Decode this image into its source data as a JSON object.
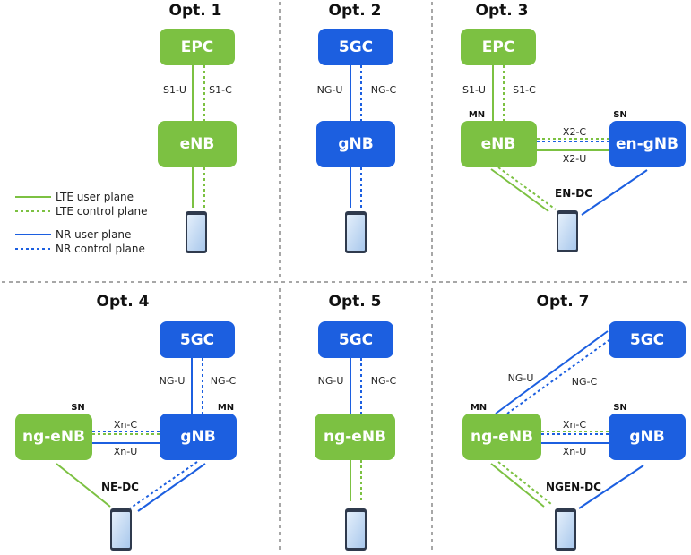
{
  "colors": {
    "lte": "#7cc142",
    "nr": "#1c5fe0",
    "phone_body": "#bcd6f2",
    "phone_frame": "#5a6478",
    "separator": "#8a8a8a"
  },
  "legend": {
    "lte_user": "LTE user plane",
    "lte_control": "LTE control plane",
    "nr_user": "NR user plane",
    "nr_control": "NR control plane"
  },
  "options": [
    {
      "title": "Opt. 1",
      "nodes": [
        "EPC",
        "eNB"
      ],
      "links": [
        "S1-U",
        "S1-C"
      ]
    },
    {
      "title": "Opt. 2",
      "nodes": [
        "5GC",
        "gNB"
      ],
      "links": [
        "NG-U",
        "NG-C"
      ]
    },
    {
      "title": "Opt. 3",
      "nodes": [
        "EPC",
        "eNB",
        "en-gNB"
      ],
      "links": [
        "S1-U",
        "S1-C",
        "X2-C",
        "X2-U"
      ],
      "roles": [
        "MN",
        "SN"
      ],
      "dc": "EN-DC"
    },
    {
      "title": "Opt. 4",
      "nodes": [
        "5GC",
        "gNB",
        "ng-eNB"
      ],
      "links": [
        "NG-U",
        "NG-C",
        "Xn-C",
        "Xn-U"
      ],
      "roles": [
        "SN",
        "MN"
      ],
      "dc": "NE-DC"
    },
    {
      "title": "Opt. 5",
      "nodes": [
        "5GC",
        "ng-eNB"
      ],
      "links": [
        "NG-U",
        "NG-C"
      ]
    },
    {
      "title": "Opt. 7",
      "nodes": [
        "5GC",
        "ng-eNB",
        "gNB"
      ],
      "links": [
        "NG-U",
        "NG-C",
        "Xn-C",
        "Xn-U"
      ],
      "roles": [
        "MN",
        "SN"
      ],
      "dc": "NGEN-DC"
    }
  ]
}
